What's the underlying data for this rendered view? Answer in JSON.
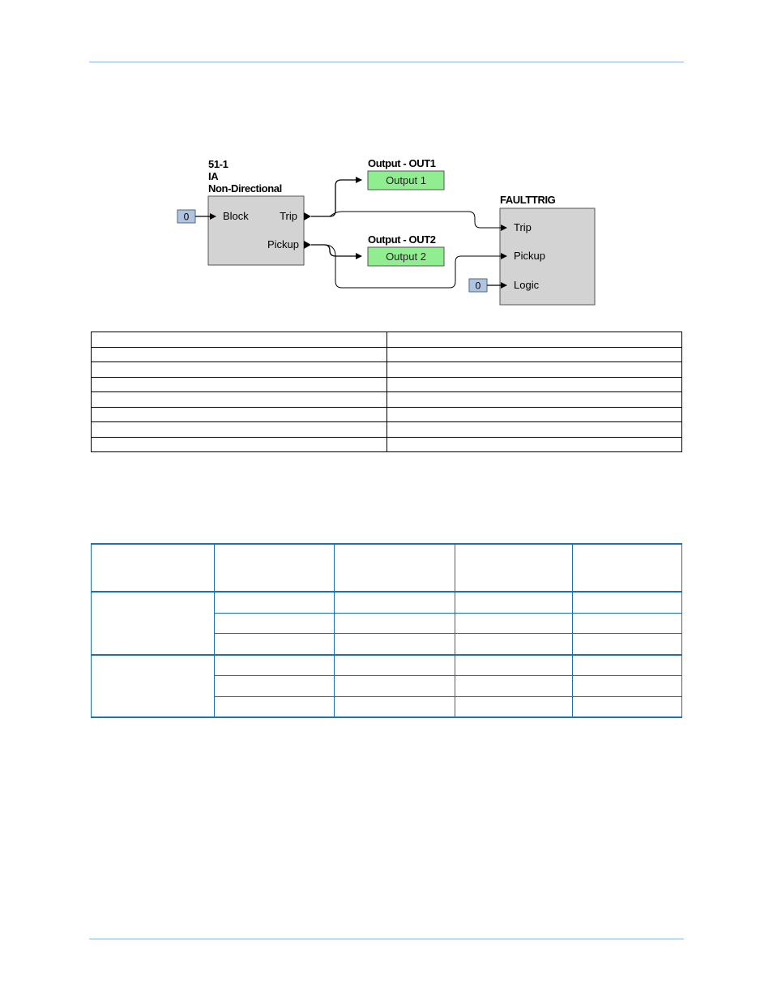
{
  "diagram": {
    "block_511": {
      "title_lines": [
        "51-1",
        "IA",
        "Non-Directional"
      ],
      "inputs": [
        "Block"
      ],
      "outputs": [
        "Trip",
        "Pickup"
      ],
      "block_input_value": "0"
    },
    "output1": {
      "title": "Output - OUT1",
      "label": "Output 1",
      "color": "#90ee90"
    },
    "output2": {
      "title": "Output - OUT2",
      "label": "Output 2",
      "color": "#90ee90"
    },
    "faulttrig": {
      "title": "FAULTTRIG",
      "inputs": [
        "Trip",
        "Pickup",
        "Logic"
      ],
      "logic_input_value": "0"
    },
    "colors": {
      "block_fill": "#d3d3d3",
      "constant_fill": "#b0c4de",
      "rule": "#8fb3d9",
      "table2_border": "#1f6fb5"
    }
  },
  "table1": {
    "rows": 8,
    "cols": 2
  },
  "table2": {
    "header_rows": 1,
    "group_rows": 3,
    "groups": 2,
    "cols": 5
  }
}
